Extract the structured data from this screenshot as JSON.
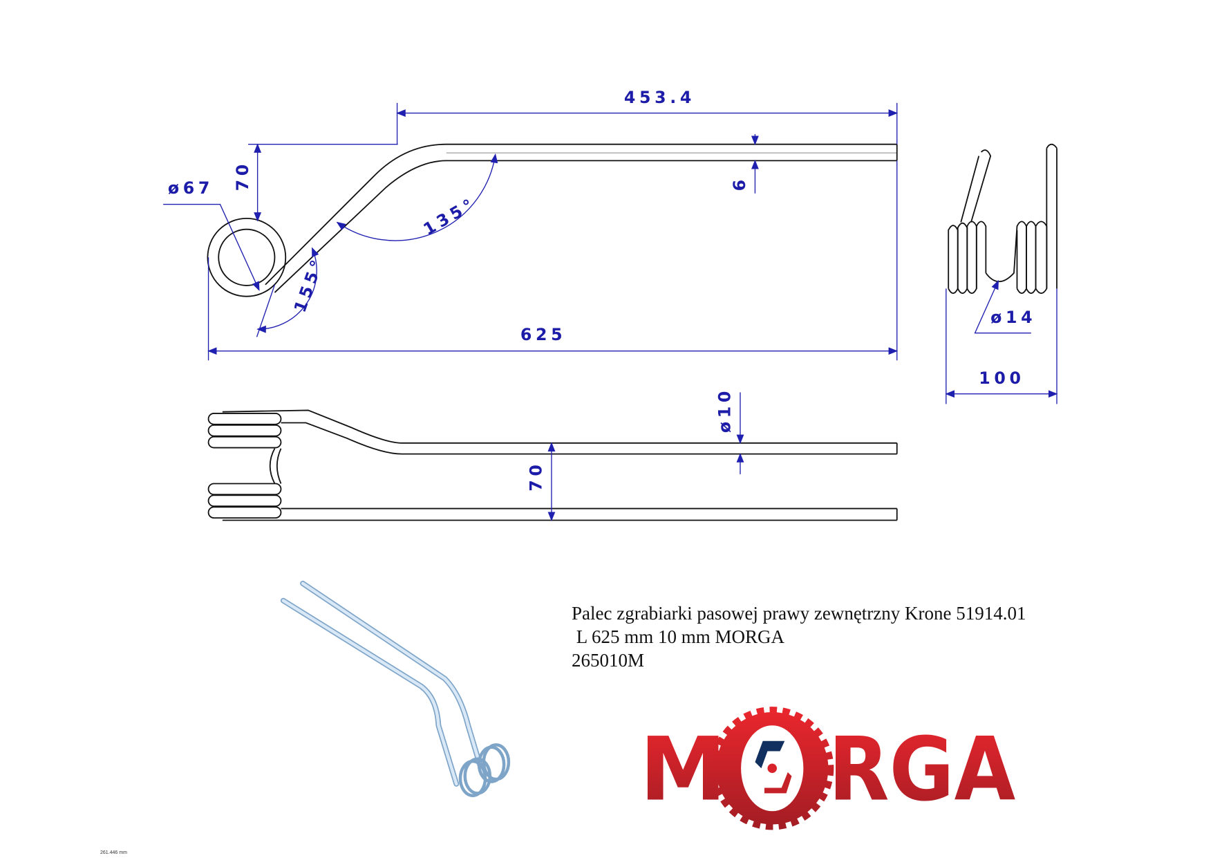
{
  "drawing": {
    "dimensions": {
      "overall_straight": "453.4",
      "offset_height": "70",
      "coil_diameter": "ø67",
      "wire_offset": "6",
      "bend_angle_1": "135°",
      "bend_angle_2": "155°",
      "overall_length": "625",
      "side_wire_diameter": "ø14",
      "side_width": "100",
      "wire_diameter": "ø10",
      "tine_spacing": "70"
    },
    "scale_note": "261.446 mm"
  },
  "description": {
    "line1": "Palec zgrabiarki pasowej prawy zewnętrzny Krone 51914.01",
    "line2": " L 625 mm 10 mm MORGA",
    "line3": "265010M"
  },
  "logo": {
    "text": "MORGA",
    "colors": {
      "red": "#d9232a",
      "dark_red": "#a01c22",
      "blue": "#12305f"
    }
  }
}
